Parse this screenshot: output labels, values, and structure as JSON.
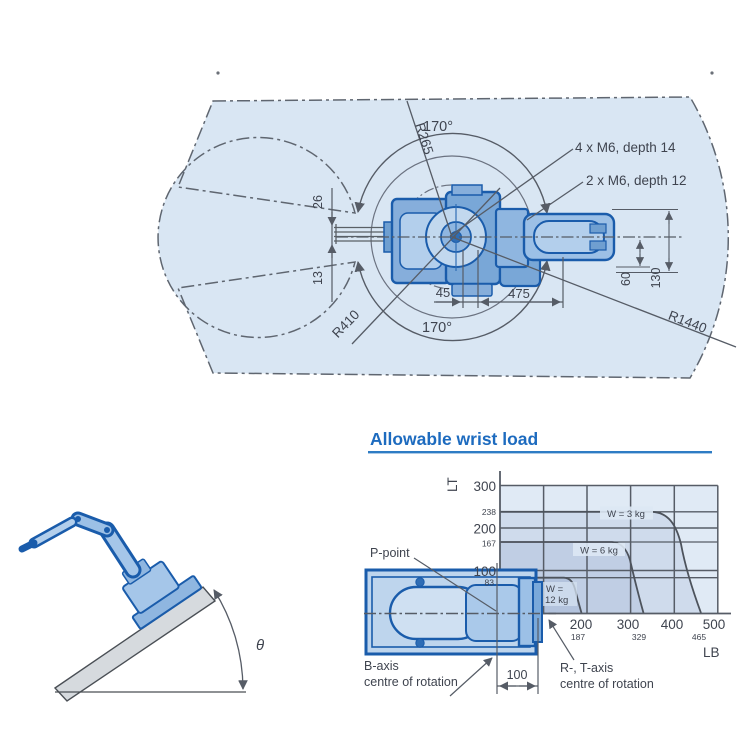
{
  "top_view": {
    "angle_top": "170°",
    "angle_bottom": "170°",
    "r265": "R265",
    "r410": "R410",
    "r1440": "R1440",
    "bolts_4": "4 x M6, depth 14",
    "bolts_2": "2 x M6, depth 12",
    "d26": "26",
    "d13": "13",
    "d45": "45",
    "d475": "475",
    "d60": "60",
    "d130": "130"
  },
  "incline": {
    "theta": "θ"
  },
  "chart": {
    "title": "Allowable wrist load",
    "x_label": "LB",
    "y_label": "LT",
    "y300": "300",
    "y238": "238",
    "y200": "200",
    "y167": "167",
    "y100": "100",
    "y83": "83",
    "x200": "200",
    "x187": "187",
    "x300": "300",
    "x329": "329",
    "x400": "400",
    "x465": "465",
    "x500": "500",
    "w3": "W = 3 kg",
    "w6": "W = 6 kg",
    "w12a": "W =",
    "w12b": "12 kg",
    "p_point": "P-point",
    "b_axis1": "B-axis",
    "b_axis2": "centre of rotation",
    "rt_axis1": "R-, T-axis",
    "rt_axis2": "centre of rotation",
    "d100": "100"
  },
  "chart_data": {
    "type": "line",
    "title": "Allowable wrist load",
    "xlabel": "LB",
    "ylabel": "LT",
    "xlim": [
      0,
      500
    ],
    "ylim": [
      0,
      300
    ],
    "x_ticks": [
      200,
      300,
      400,
      500
    ],
    "x_curve_intercepts": [
      187,
      329,
      465
    ],
    "y_ticks": [
      100,
      200,
      300
    ],
    "y_curve_levels": [
      83,
      167,
      238
    ],
    "grid": true,
    "legend_position": "on-curve",
    "series": [
      {
        "name": "W = 3 kg",
        "points": [
          [
            0,
            238
          ],
          [
            370,
            238
          ],
          [
            465,
            0
          ]
        ]
      },
      {
        "name": "W = 6 kg",
        "points": [
          [
            0,
            167
          ],
          [
            270,
            167
          ],
          [
            329,
            0
          ]
        ]
      },
      {
        "name": "W = 12 kg",
        "points": [
          [
            0,
            83
          ],
          [
            160,
            83
          ],
          [
            187,
            0
          ]
        ]
      }
    ]
  },
  "colors": {
    "envelope_fill": "#d9e6f3",
    "robot_stroke": "#1a5cab",
    "robot_fill_mid": "#8fb6e0",
    "robot_fill_light": "#b3cfec",
    "title_blue": "#1d6bbf",
    "underline_blue": "#2e7cc4",
    "line_gray": "#565c66",
    "plot_bg": "#e0eaf5"
  }
}
